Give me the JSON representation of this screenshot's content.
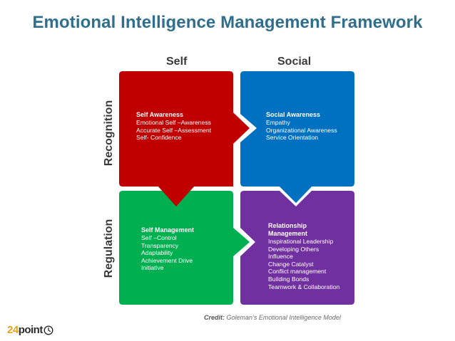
{
  "title": "Emotional Intelligence Management Framework",
  "columns": {
    "self": "Self",
    "social": "Social"
  },
  "rows": {
    "recognition": "Recognition",
    "regulation": "Regulation"
  },
  "quadrants": {
    "self_awareness": {
      "title": "Self Awareness",
      "items": [
        "Emotional Self –Awareness",
        "Accurate Self –Assessment",
        "Self- Confidence"
      ],
      "color": "#c00000"
    },
    "social_awareness": {
      "title": "Social Awareness",
      "items": [
        "Empathy",
        "Organizational Awareness",
        "Service Orientation"
      ],
      "color": "#0070c0"
    },
    "self_management": {
      "title": "Self Management",
      "items": [
        "Self –Control",
        "Transparency",
        "Adaptability",
        "Achievement Drive",
        "Initiative"
      ],
      "color": "#00b050"
    },
    "relationship_management": {
      "title_line1": "Relationship",
      "title_line2": "Management",
      "items": [
        "Inspirational Leadership",
        "Developing Others",
        "Influence",
        "Change Catalyst",
        "Conflict management",
        "Building Bonds",
        "Teamwork & Collaboration"
      ],
      "color": "#7030a0"
    }
  },
  "credit": {
    "label": "Credit:",
    "text": " Goleman’s Emotional Intelligence Model"
  },
  "logo": {
    "number": "24",
    "word": "point",
    "icon": "clock-icon"
  }
}
